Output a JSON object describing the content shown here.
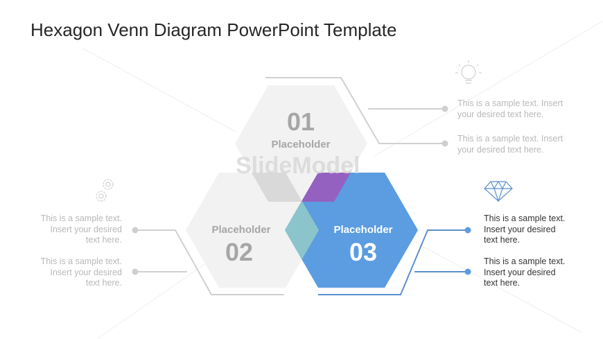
{
  "title": "Hexagon Venn Diagram PowerPoint Template",
  "watermark": "SlideModel",
  "hexagons": [
    {
      "number": "01",
      "label": "Placeholder",
      "color": "#f2f2f2"
    },
    {
      "number": "02",
      "label": "Placeholder",
      "color": "#f2f2f2"
    },
    {
      "number": "03",
      "label": "Placeholder",
      "color": "#5b9de0"
    }
  ],
  "overlaps": {
    "h1_h2": "#d9d9d9",
    "h1_h3": "#9461c0",
    "h2_h3": "#8cc4cc"
  },
  "top_right": {
    "icon": "lightbulb-icon",
    "items": [
      "This is a sample text. Insert your desired text here.",
      "This is a sample text. Insert your desired text here."
    ]
  },
  "left": {
    "icon": "gears-icon",
    "items": [
      "This is a sample text. Insert your desired text here.",
      "This is a sample text. Insert your desired text here."
    ]
  },
  "bottom_right": {
    "icon": "diamond-icon",
    "items": [
      "This is a sample text. Insert your desired text here.",
      "This is a sample text. Insert your desired text here."
    ]
  }
}
